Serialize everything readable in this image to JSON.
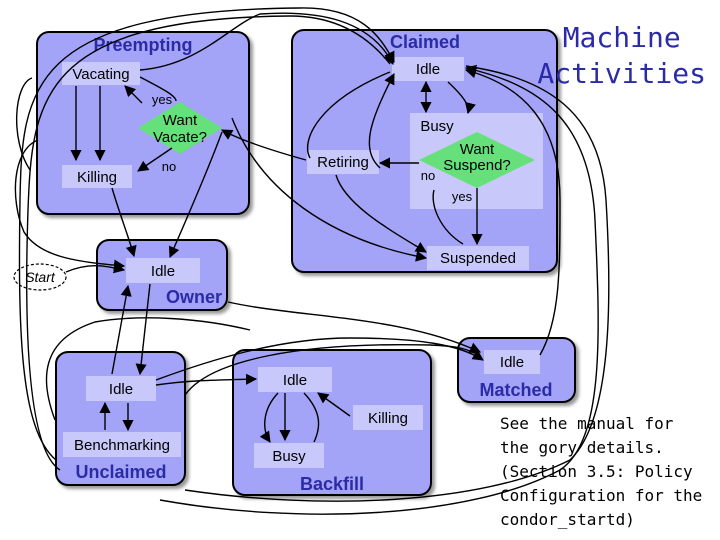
{
  "title": [
    "Machine",
    "Activities"
  ],
  "start_label": "Start",
  "states": {
    "preempting": {
      "title": "Preempting",
      "activities": {
        "vacating": "Vacating",
        "killing": "Killing"
      },
      "decision": {
        "text": [
          "Want",
          "Vacate?"
        ],
        "yes": "yes",
        "no": "no"
      }
    },
    "claimed": {
      "title": "Claimed",
      "activities": {
        "idle": "Idle",
        "busy": "Busy",
        "retiring": "Retiring",
        "suspended": "Suspended"
      },
      "decision": {
        "text": [
          "Want",
          "Suspend?"
        ],
        "yes": "yes",
        "no": "no"
      }
    },
    "owner": {
      "title": "Owner",
      "activities": {
        "idle": "Idle"
      }
    },
    "unclaimed": {
      "title": "Unclaimed",
      "activities": {
        "idle": "Idle",
        "benchmarking": "Benchmarking"
      }
    },
    "backfill": {
      "title": "Backfill",
      "activities": {
        "idle": "Idle",
        "busy": "Busy",
        "killing": "Killing"
      }
    },
    "matched": {
      "title": "Matched",
      "activities": {
        "idle": "Idle"
      }
    }
  },
  "note": [
    "See the manual for",
    "the gory details.",
    "(Section 3.5: Policy",
    "Configuration for the",
    "condor_startd)"
  ],
  "colors": {
    "state_fill": "#a3a3f7",
    "activity_fill": "#c8c8fa",
    "decision_fill": "#66e07a",
    "title_text": "#2b2ba8",
    "line": "#000000"
  }
}
